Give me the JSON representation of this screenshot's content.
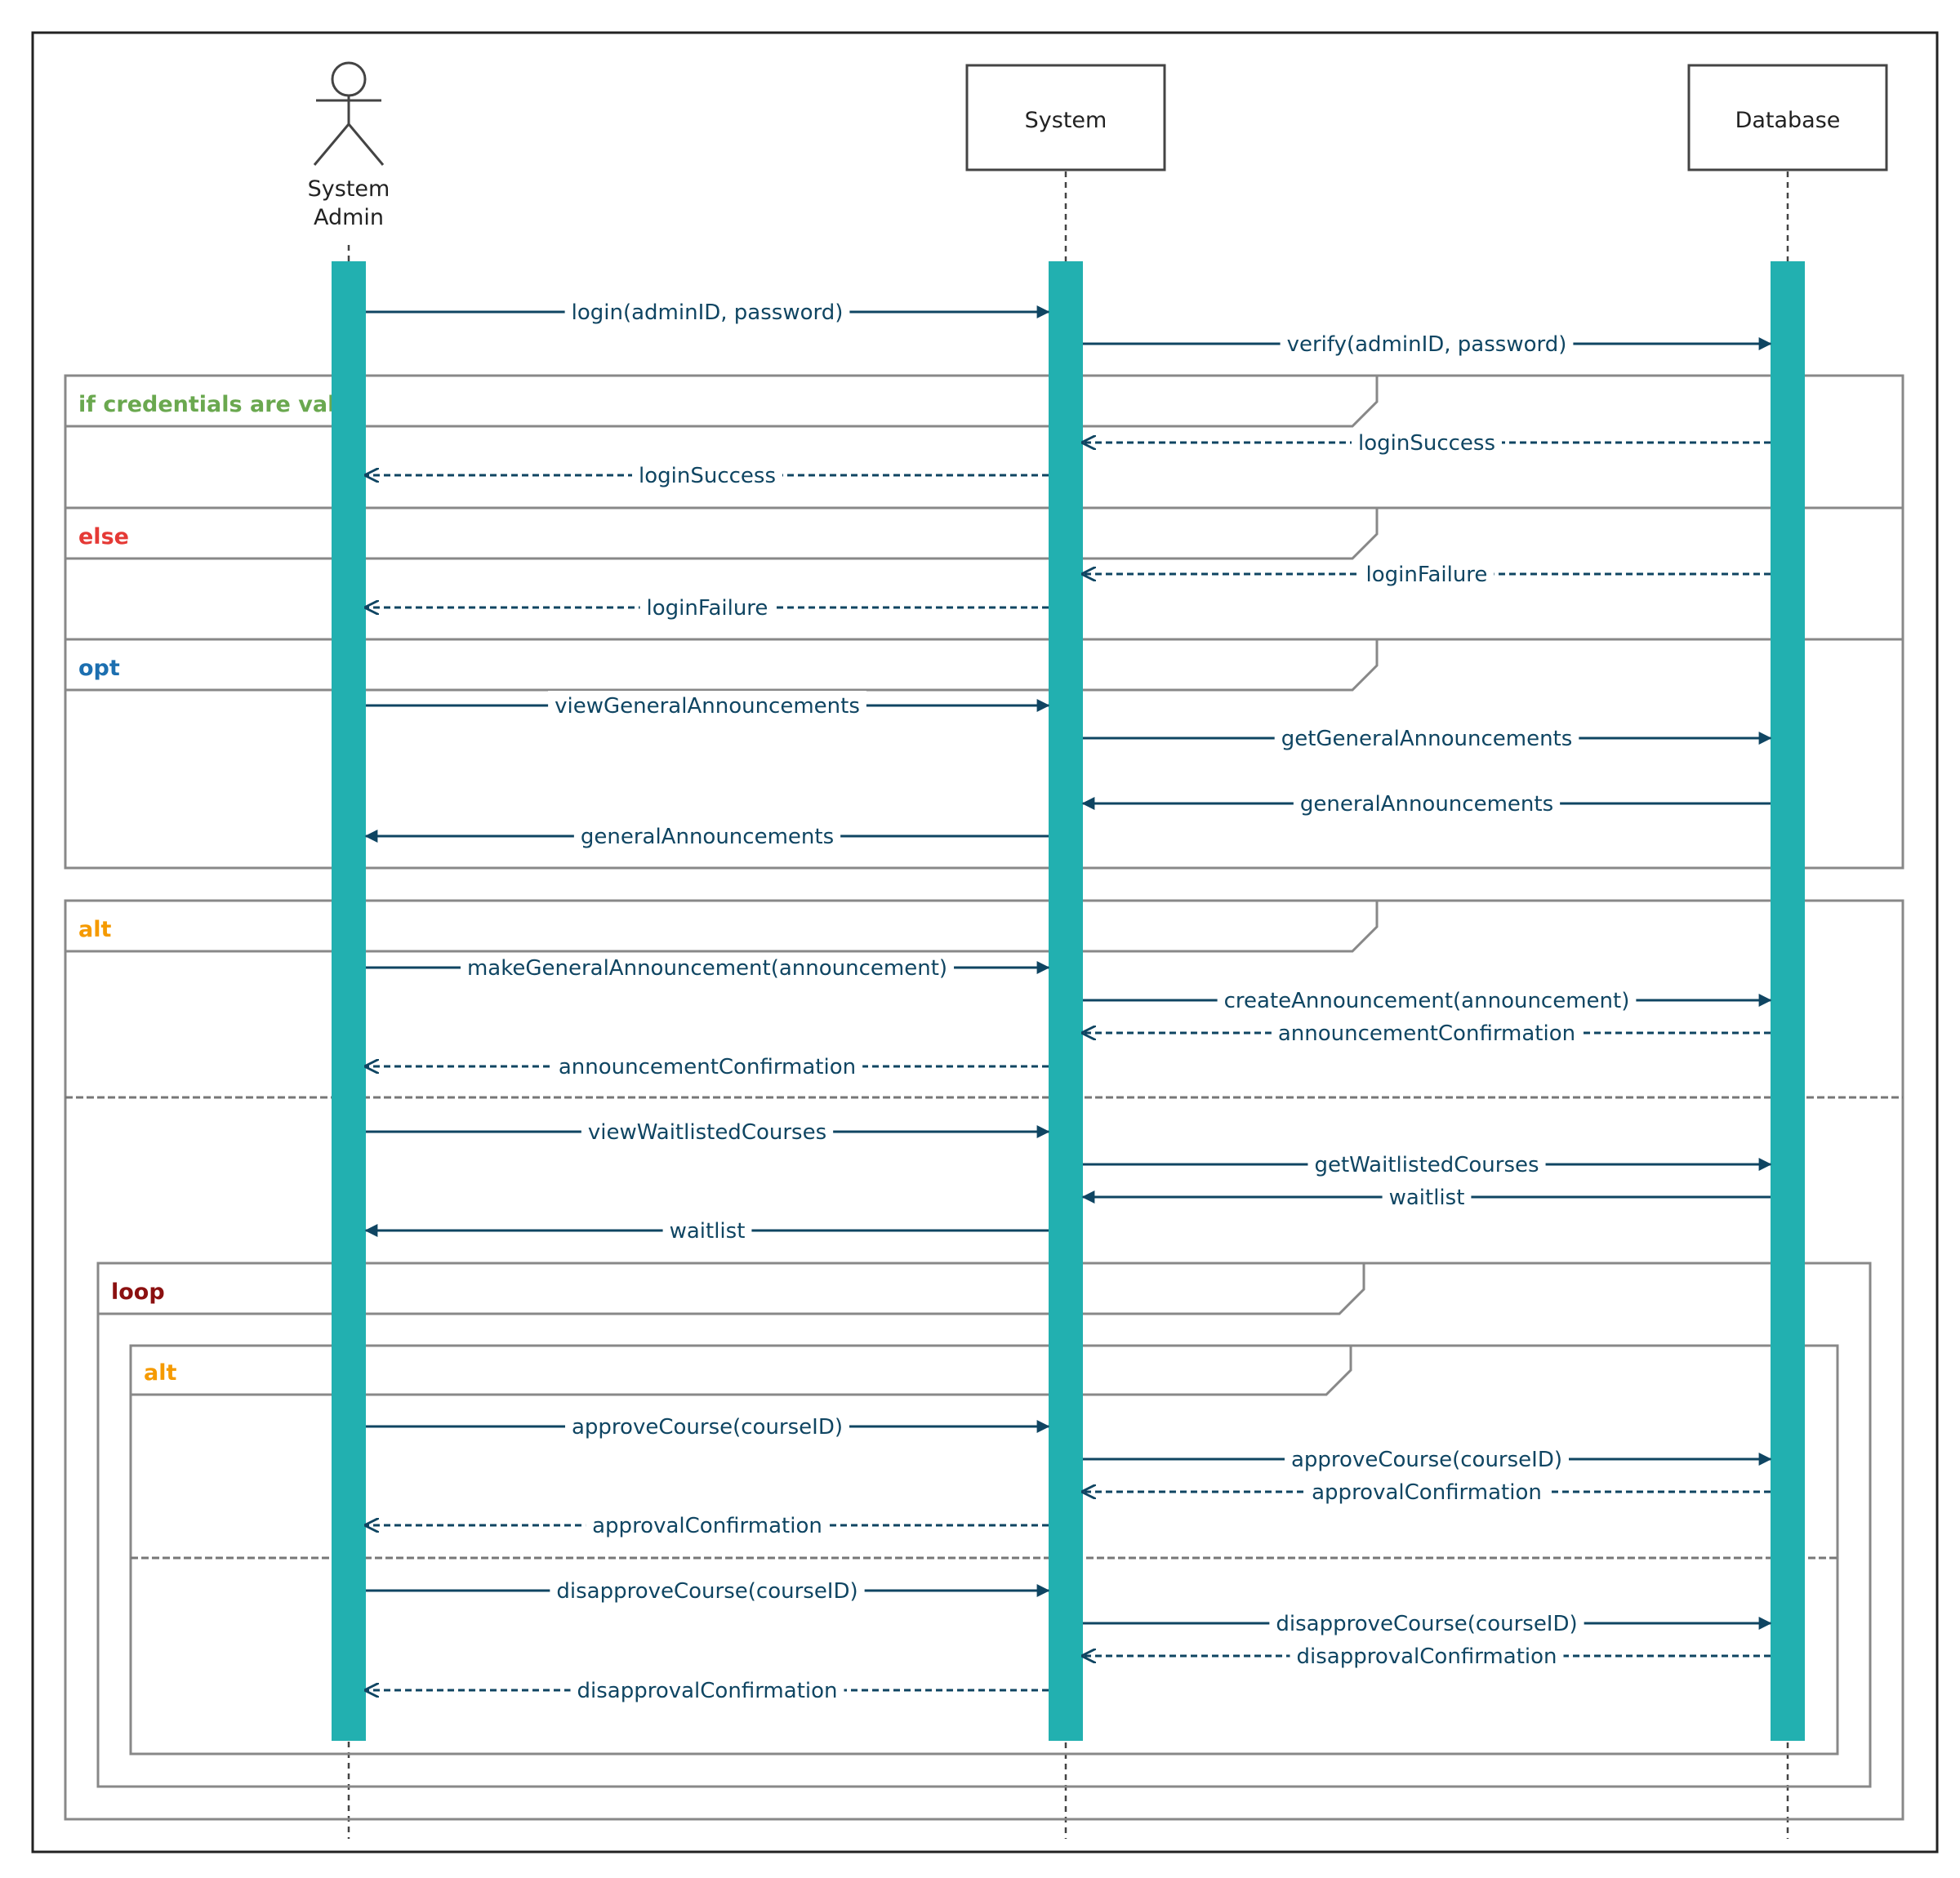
{
  "colors": {
    "activation": "#22b0b0",
    "message": "#0f4562",
    "frame": "#888888",
    "border": "#222222",
    "cond_valid": "#6aa84f",
    "cond_else": "#e53935",
    "cond_opt": "#1c6fb0",
    "cond_alt": "#f59a00",
    "cond_loop": "#8b1010"
  },
  "participants": [
    {
      "id": "admin",
      "kind": "actor",
      "label_lines": [
        "System",
        "Admin"
      ]
    },
    {
      "id": "system",
      "kind": "box",
      "label": "System"
    },
    {
      "id": "database",
      "kind": "box",
      "label": "Database"
    }
  ],
  "fragments": [
    {
      "id": "if",
      "label": "if credentials are valid",
      "color": "cond_valid"
    },
    {
      "id": "else",
      "label": "else",
      "color": "cond_else"
    },
    {
      "id": "opt",
      "label": "opt",
      "color": "cond_opt"
    },
    {
      "id": "alt1",
      "label": "alt",
      "color": "cond_alt"
    },
    {
      "id": "loop",
      "label": "loop",
      "color": "cond_loop"
    },
    {
      "id": "alt2",
      "label": "alt",
      "color": "cond_alt"
    }
  ],
  "messages": [
    {
      "from": "admin",
      "to": "system",
      "label": "login(adminID, password)",
      "style": "solid"
    },
    {
      "from": "system",
      "to": "database",
      "label": "verify(adminID, password)",
      "style": "solid"
    },
    {
      "from": "database",
      "to": "system",
      "label": "loginSuccess",
      "style": "dashed"
    },
    {
      "from": "system",
      "to": "admin",
      "label": "loginSuccess",
      "style": "dashed"
    },
    {
      "from": "database",
      "to": "system",
      "label": "loginFailure",
      "style": "dashed"
    },
    {
      "from": "system",
      "to": "admin",
      "label": "loginFailure",
      "style": "dashed"
    },
    {
      "from": "admin",
      "to": "system",
      "label": "viewGeneralAnnouncements",
      "style": "solid"
    },
    {
      "from": "system",
      "to": "database",
      "label": "getGeneralAnnouncements",
      "style": "solid"
    },
    {
      "from": "database",
      "to": "system",
      "label": "generalAnnouncements",
      "style": "solid"
    },
    {
      "from": "system",
      "to": "admin",
      "label": "generalAnnouncements",
      "style": "solid"
    },
    {
      "from": "admin",
      "to": "system",
      "label": "makeGeneralAnnouncement(announcement)",
      "style": "solid"
    },
    {
      "from": "system",
      "to": "database",
      "label": "createAnnouncement(announcement)",
      "style": "solid"
    },
    {
      "from": "database",
      "to": "system",
      "label": "announcementConfirmation",
      "style": "dashed"
    },
    {
      "from": "system",
      "to": "admin",
      "label": "announcementConfirmation",
      "style": "dashed"
    },
    {
      "from": "admin",
      "to": "system",
      "label": "viewWaitlistedCourses",
      "style": "solid"
    },
    {
      "from": "system",
      "to": "database",
      "label": "getWaitlistedCourses",
      "style": "solid"
    },
    {
      "from": "database",
      "to": "system",
      "label": "waitlist",
      "style": "solid"
    },
    {
      "from": "system",
      "to": "admin",
      "label": "waitlist",
      "style": "solid"
    },
    {
      "from": "admin",
      "to": "system",
      "label": "approveCourse(courseID)",
      "style": "solid"
    },
    {
      "from": "system",
      "to": "database",
      "label": "approveCourse(courseID)",
      "style": "solid"
    },
    {
      "from": "database",
      "to": "system",
      "label": "approvalConfirmation",
      "style": "dashed"
    },
    {
      "from": "system",
      "to": "admin",
      "label": "approvalConfirmation",
      "style": "dashed"
    },
    {
      "from": "admin",
      "to": "system",
      "label": "disapproveCourse(courseID)",
      "style": "solid"
    },
    {
      "from": "system",
      "to": "database",
      "label": "disapproveCourse(courseID)",
      "style": "solid"
    },
    {
      "from": "database",
      "to": "system",
      "label": "disapprovalConfirmation",
      "style": "dashed"
    },
    {
      "from": "system",
      "to": "admin",
      "label": "disapprovalConfirmation",
      "style": "dashed"
    }
  ]
}
